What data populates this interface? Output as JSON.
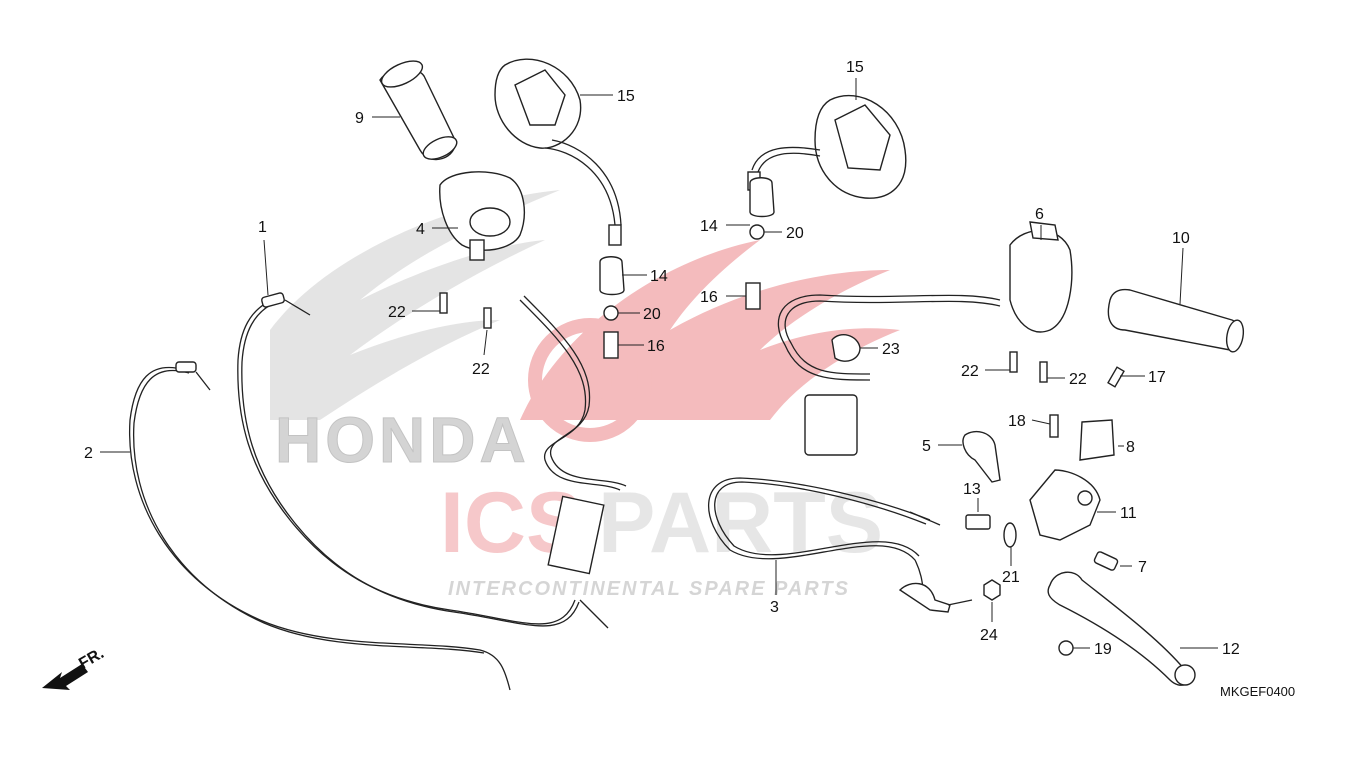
{
  "watermark": {
    "brand": "HONDA",
    "logo_name": "ICS",
    "logo_parts": "PARTS",
    "tagline": "INTERCONTINENTAL SPARE PARTS",
    "colors": {
      "red": "#d9262b",
      "gray": "#9a9a9a"
    }
  },
  "diagram_code": "MKGEF0400",
  "front_indicator": "FR.",
  "callouts": [
    {
      "id": "c1",
      "text": "1"
    },
    {
      "id": "c2",
      "text": "2"
    },
    {
      "id": "c3",
      "text": "3"
    },
    {
      "id": "c4",
      "text": "4"
    },
    {
      "id": "c5",
      "text": "5"
    },
    {
      "id": "c6",
      "text": "6"
    },
    {
      "id": "c7",
      "text": "7"
    },
    {
      "id": "c8",
      "text": "8"
    },
    {
      "id": "c9",
      "text": "9"
    },
    {
      "id": "c10",
      "text": "10"
    },
    {
      "id": "c11",
      "text": "11"
    },
    {
      "id": "c12",
      "text": "12"
    },
    {
      "id": "c13",
      "text": "13"
    },
    {
      "id": "c14a",
      "text": "14"
    },
    {
      "id": "c14b",
      "text": "14"
    },
    {
      "id": "c15a",
      "text": "15"
    },
    {
      "id": "c15b",
      "text": "15"
    },
    {
      "id": "c16a",
      "text": "16"
    },
    {
      "id": "c16b",
      "text": "16"
    },
    {
      "id": "c17",
      "text": "17"
    },
    {
      "id": "c18",
      "text": "18"
    },
    {
      "id": "c19",
      "text": "19"
    },
    {
      "id": "c20a",
      "text": "20"
    },
    {
      "id": "c20b",
      "text": "20"
    },
    {
      "id": "c21",
      "text": "21"
    },
    {
      "id": "c22a",
      "text": "22"
    },
    {
      "id": "c22b",
      "text": "22"
    },
    {
      "id": "c22c",
      "text": "22"
    },
    {
      "id": "c22d",
      "text": "22"
    },
    {
      "id": "c23",
      "text": "23"
    },
    {
      "id": "c24",
      "text": "24"
    }
  ]
}
